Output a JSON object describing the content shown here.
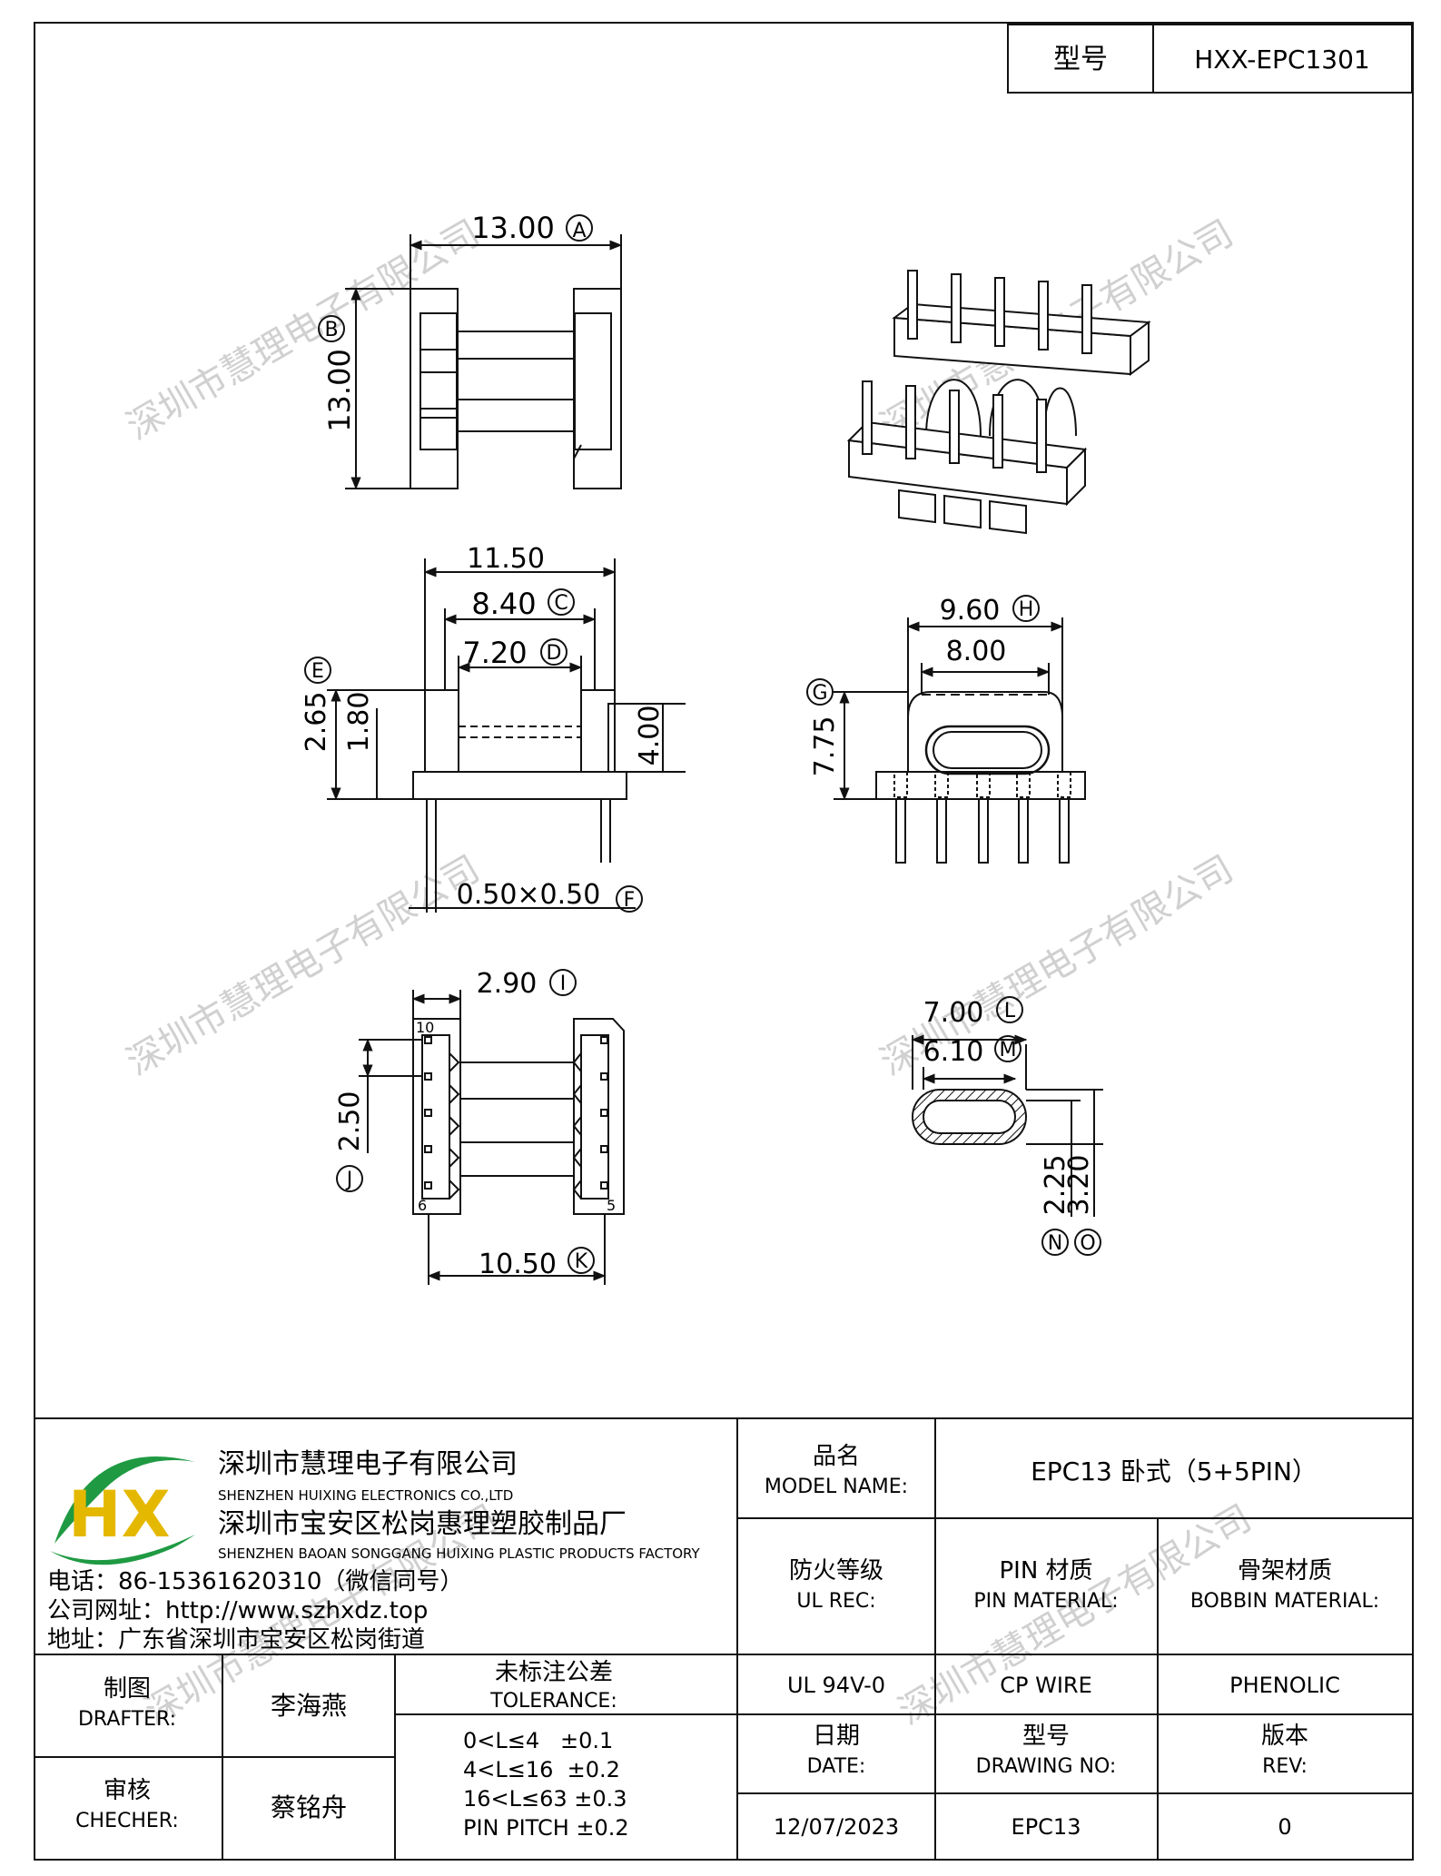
{
  "model_box": {
    "label": "型号",
    "value": "HXX-EPC1301"
  },
  "watermark": "深圳市慧理电子有限公司",
  "dimensions": {
    "A": {
      "value": "13.00",
      "letter": "A"
    },
    "B": {
      "value": "13.00",
      "letter": "B"
    },
    "C": {
      "value": "8.40",
      "letter": "C"
    },
    "D": {
      "value": "7.20",
      "letter": "D"
    },
    "E": {
      "value": "2.65",
      "letter": "E"
    },
    "F": {
      "value": "0.50×0.50",
      "letter": "F"
    },
    "G": {
      "value": "7.75",
      "letter": "G"
    },
    "H": {
      "value": "9.60",
      "letter": "H"
    },
    "I": {
      "value": "2.90",
      "letter": "I"
    },
    "J": {
      "value": "2.50",
      "letter": "J"
    },
    "K": {
      "value": "10.50",
      "letter": "K"
    },
    "L": {
      "value": "7.00",
      "letter": "L"
    },
    "M": {
      "value": "6.10",
      "letter": "M"
    },
    "N": {
      "value": "2.25",
      "letter": "N"
    },
    "O": {
      "value": "3.20",
      "letter": "O"
    },
    "w1150": "11.50",
    "h180": "1.80",
    "h400": "4.00",
    "w800": "8.00"
  },
  "pin_labels": {
    "p10": "10",
    "p6": "6",
    "p5": "5"
  },
  "company": {
    "logo_letters": "HX",
    "name_cn": "深圳市慧理电子有限公司",
    "name_en": "SHENZHEN HUIXING ELECTRONICS CO.,LTD",
    "factory_cn": "深圳市宝安区松岗惠理塑胶制品厂",
    "factory_en": "SHENZHEN BAOAN SONGGANG HUIXING PLASTIC PRODUCTS FACTORY",
    "phone": "电话：86-15361620310（微信同号）",
    "website": "公司网址：http://www.szhxdz.top",
    "address": "地址：广东省深圳市宝安区松岗街道"
  },
  "title_block": {
    "model_name_label_cn": "品名",
    "model_name_label_en": "MODEL NAME:",
    "model_name_value": "EPC13 卧式（5+5PIN）",
    "ul_label_cn": "防火等级",
    "ul_label_en": "UL REC:",
    "pin_mat_label_cn": "PIN 材质",
    "pin_mat_label_en": "PIN MATERIAL:",
    "bobbin_mat_label_cn": "骨架材质",
    "bobbin_mat_label_en": "BOBBIN MATERIAL:",
    "ul_value": "UL 94V-0",
    "pin_mat_value": "CP WIRE",
    "bobbin_mat_value": "PHENOLIC",
    "drafter_label_cn": "制图",
    "drafter_label_en": "DRAFTER:",
    "drafter_name": "李海燕",
    "checker_label_cn": "审核",
    "checker_label_en": "CHECHER:",
    "checker_name": "蔡铭舟",
    "tolerance_label_cn": "未标注公差",
    "tolerance_label_en": "TOLERANCE:",
    "tolerances": [
      "0<L≤4   ±0.1",
      "4<L≤16  ±0.2",
      "16<L≤63 ±0.3",
      "PIN PITCH ±0.2"
    ],
    "date_label_cn": "日期",
    "date_label_en": "DATE:",
    "drawing_no_label_cn": "型号",
    "drawing_no_label_en": "DRAWING NO:",
    "rev_label_cn": "版本",
    "rev_label_en": "REV:",
    "date_value": "12/07/2023",
    "drawing_no_value": "EPC13",
    "rev_value": "0"
  }
}
